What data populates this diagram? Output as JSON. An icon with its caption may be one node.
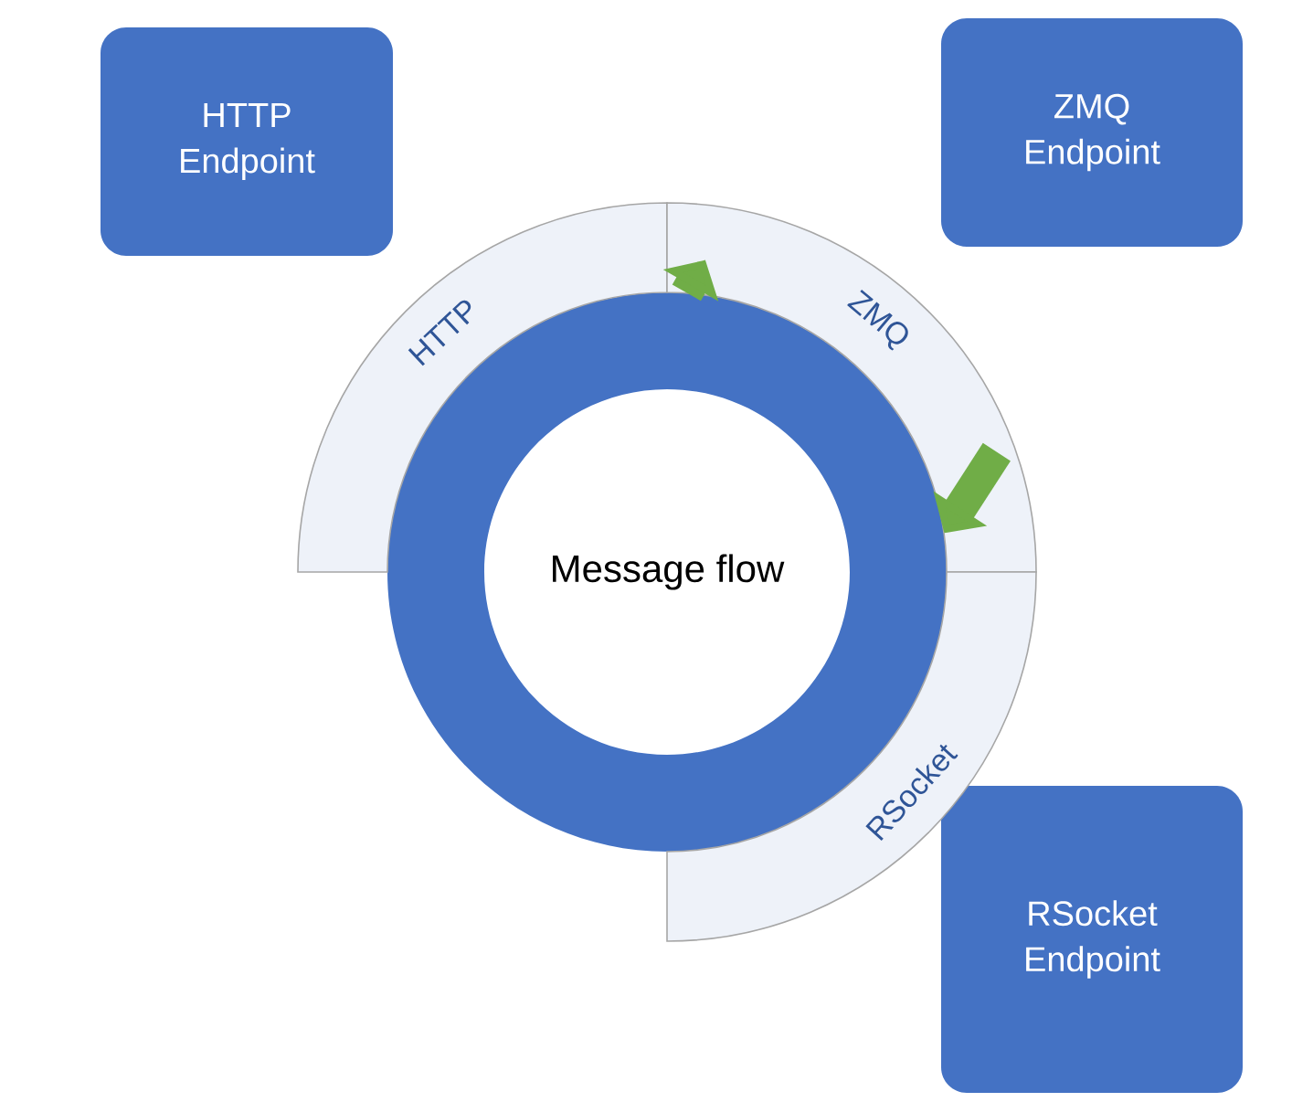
{
  "diagram": {
    "nodes": [
      {
        "text": [
          "HTTP Endpoint"
        ]
      },
      {
        "text": [
          "ZMQ Endpoint"
        ]
      },
      {
        "text": [
          "RSocket Endpoint"
        ]
      },
      {
        "text": [
          "Message flow"
        ]
      },
      {
        "text": [
          "HTTP"
        ]
      },
      {
        "text": [
          "ZMQ"
        ]
      },
      {
        "text": [
          "RSocket"
        ]
      }
    ],
    "edges": [
      {
        "from": 3,
        "to": 5,
        "arrow": "to"
      },
      {
        "from": 5,
        "to": 3,
        "arrow": "to"
      }
    ]
  }
}
